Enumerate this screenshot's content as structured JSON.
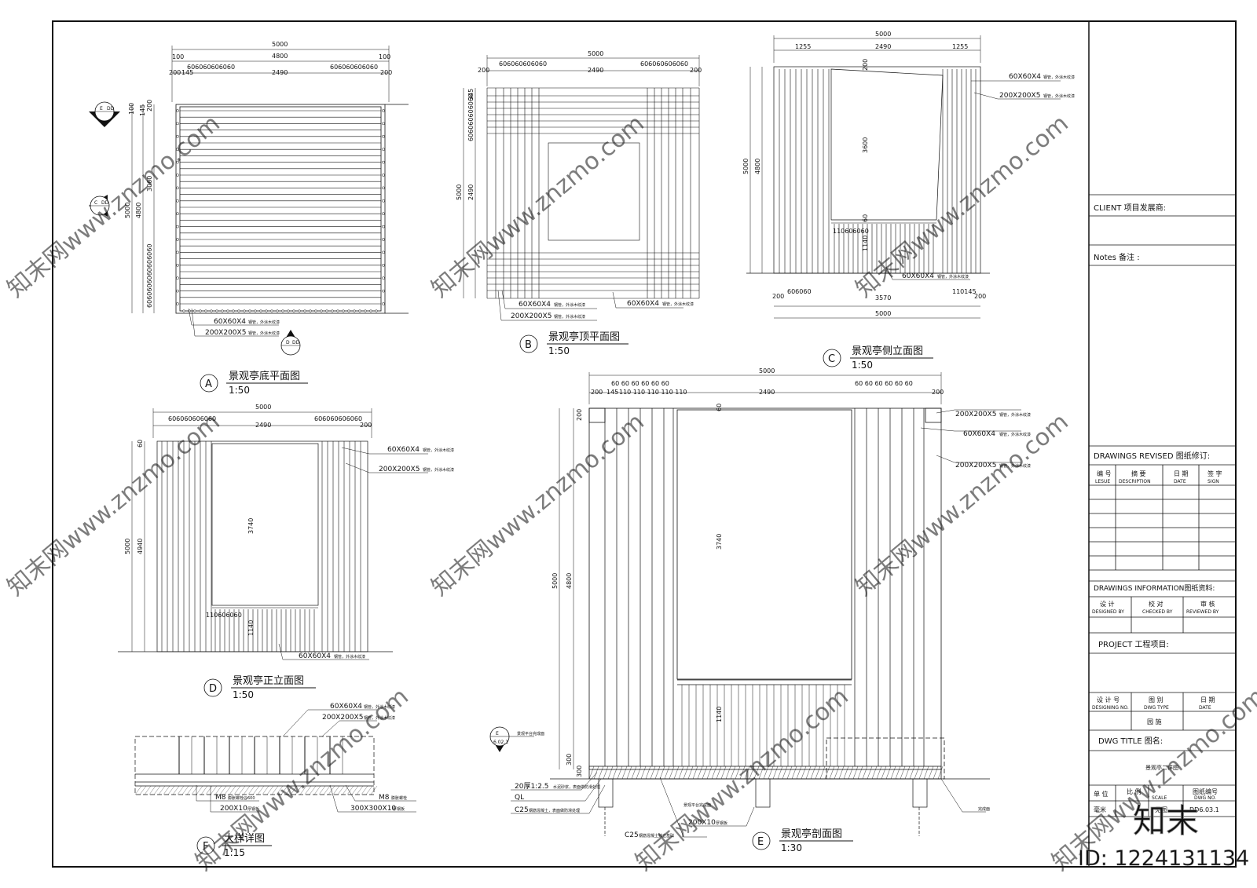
{
  "dims": {
    "a_total": "5000",
    "a_inner": "4800",
    "a_left_edge": "100",
    "a_right_edge": "100",
    "a_spacing_l": "606060606060",
    "a_spacing_r": "606060606060",
    "a_sub_l": "200",
    "a_sub_145": "145",
    "a_mid": "2490",
    "a_sub_r": "200",
    "a_v_100": "100",
    "a_v_145": "145",
    "a_v_200": "200",
    "a_v_3060": "3060",
    "a_v_5000": "5000",
    "a_v_4800": "4800",
    "a_v_spacing": "6060606060606060",
    "b_total": "5000",
    "b_spacing_l": "606060606060",
    "b_spacing_r": "606060606060",
    "b_200l": "200",
    "b_mid": "2490",
    "b_200r": "200",
    "b_v_5000": "5000",
    "b_v_2490": "2490",
    "b_v_345": "345",
    "b_v_spacing": "606060606060",
    "c_total": "5000",
    "c_1255l": "1255",
    "c_2490": "2490",
    "c_1255r": "1255",
    "c_v_5000": "5000",
    "c_v_4800": "4800",
    "c_v_200": "200",
    "c_v_3600": "3600",
    "c_v_1140": "1140",
    "c_v_60": "60",
    "c_b_200": "200",
    "c_b_spacing": "606060",
    "c_b_3570": "3570",
    "c_b_145": "110145",
    "c_b_200r": "200",
    "c_b_5000": "5000",
    "c_small": "110606060",
    "d_total": "5000",
    "d_spacing_l": "606060606060",
    "d_spacing_r": "606060606060",
    "d_2490": "2490",
    "d_200": "200",
    "d_v_5000": "5000",
    "d_v_4940": "4940",
    "d_v_60": "60",
    "d_v_3740": "3740",
    "d_v_1140": "1140",
    "d_small": "110606060",
    "e_total": "5000",
    "e_60s_l": "60 60 60 60 60 60",
    "e_60s_r": "60 60 60 60 60 60",
    "e_200l": "200",
    "e_145": "145",
    "e_110s": "110 110 110 110 110",
    "e_2490": "2490",
    "e_200r": "200",
    "e_v_200": "200",
    "e_v_5000": "5000",
    "e_v_4800": "4800",
    "e_v_3740": "3740",
    "e_v_1140": "1140",
    "e_v_60": "60",
    "e_v_300a": "300",
    "e_v_300b": "300"
  },
  "notes": {
    "a_1": "60X60X4",
    "a_1s": "钢管，外涂木纹漆",
    "a_2": "200X200X5",
    "a_2s": "钢管，外涂木纹漆",
    "b_1": "60X60X4",
    "b_1s": "钢管，外涂木纹漆",
    "b_2": "200X200X5",
    "b_2s": "钢管，外涂木纹漆",
    "b_3": "60X60X4",
    "b_3s": "钢管，外涂木纹漆",
    "c_1": "60X60X4",
    "c_1s": "钢管，外涂木纹漆",
    "c_2": "200X200X5",
    "c_2s": "钢管，外涂木纹漆",
    "c_3": "60X60X4",
    "c_3s": "钢管，外涂木纹漆",
    "d_1": "60X60X4",
    "d_1s": "钢管，外涂木纹漆",
    "d_2": "200X200X5",
    "d_2s": "钢管，外涂木纹漆",
    "d_3": "60X60X4",
    "d_3s": "钢管，外涂木纹漆",
    "e_1": "200X200X5",
    "e_1s": "钢管，外涂木纹漆",
    "e_2": "60X60X4",
    "e_2s": "钢管，外涂木纹漆",
    "e_3": "200X200X5",
    "e_3s": "钢管，外涂木纹漆",
    "e_4": "20厚1:2.5",
    "e_4s": "水泥砂浆，表面做防滑处理",
    "e_5": "QL",
    "e_6": "C25",
    "e_6s": "钢筋混凝土，表面做防滑处理",
    "e_7": "C25",
    "e_7s": "钢筋混凝土独立基础",
    "e_8": "200X10",
    "e_8s": "厚钢板",
    "e_9": "景观平台完成面",
    "e_10": "景观平台完成面",
    "e_11": "完成面",
    "f_1": "60X60X4",
    "f_1s": "钢管，外涂木纹漆",
    "f_2": "200X200X5",
    "f_2s": "钢管，外涂木纹漆",
    "f_3": "M8",
    "f_3s": "膨胀螺栓@600",
    "f_4": "200X10",
    "f_4s": "厚钢板",
    "f_5": "M8",
    "f_5s": "膨胀螺栓",
    "f_6": "300X300X10",
    "f_6s": "厚钢板"
  },
  "markers": {
    "a_letter": "A",
    "a_title": "景观亭底平面图",
    "a_scale": "1:50",
    "b_letter": "B",
    "b_title": "景观亭顶平面图",
    "b_scale": "1:50",
    "c_letter": "C",
    "c_title": "景观亭侧立面图",
    "c_scale": "1:50",
    "d_letter": "D",
    "d_title": "景观亭正立面图",
    "d_scale": "1:50",
    "e_letter": "E",
    "e_title": "景观亭剖面图",
    "e_scale": "1:30",
    "f_letter": "F",
    "f_title": "大样详图",
    "f_scale": "1:15",
    "sym_e_top": "E",
    "sym_e_bot": "DD",
    "sym_c_top": "C",
    "sym_c_bot": "DD",
    "sym_d_top": "D",
    "sym_d_bot": "DD",
    "sym_e2_top": "E",
    "sym_e2_bot": "6.02.1"
  },
  "title_block": {
    "client": "CLIENT 项目发展商:",
    "notes": "Notes 备注 :",
    "revised": "DRAWINGS REVISED 图纸修订:",
    "rev_h1": "编 号",
    "rev_h1e": "LESUE",
    "rev_h2": "摘 要",
    "rev_h2e": "DESCRIPTION",
    "rev_h3": "日 期",
    "rev_h3e": "DATE",
    "rev_h4": "签 字",
    "rev_h4e": "SIGN",
    "info": "DRAWINGS INFORMATION图纸资料:",
    "info_h1": "设 计",
    "info_h1e": "DESIGNED BY",
    "info_h2": "校 对",
    "info_h2e": "CHECKED BY",
    "info_h3": "审 核",
    "info_h3e": "REVIEWED BY",
    "project": "PROJECT 工程项目:",
    "d_h1": "设 计 号",
    "d_h1e": "DESIGNING NO.",
    "d_h2": "图 别",
    "d_h2e": "DWG TYPE",
    "d_h3": "日 期",
    "d_h3e": "DATE",
    "dwg_type": "园 施",
    "dwg_title": "DWG TITLE 图名:",
    "dwg_title_val": "景观亭二详图",
    "s_h1": "单 位",
    "s_h2": "比 例",
    "s_h2e": "SCALE",
    "s_h3": "图纸编号",
    "s_h3e": "DWG NO.",
    "unit": "毫米",
    "scale": "见图",
    "dwg_no": "DD6.03.1"
  },
  "watermark": {
    "text": "知末网www.znzmo.com",
    "logo": "知末",
    "id": "ID: 1224131134"
  }
}
